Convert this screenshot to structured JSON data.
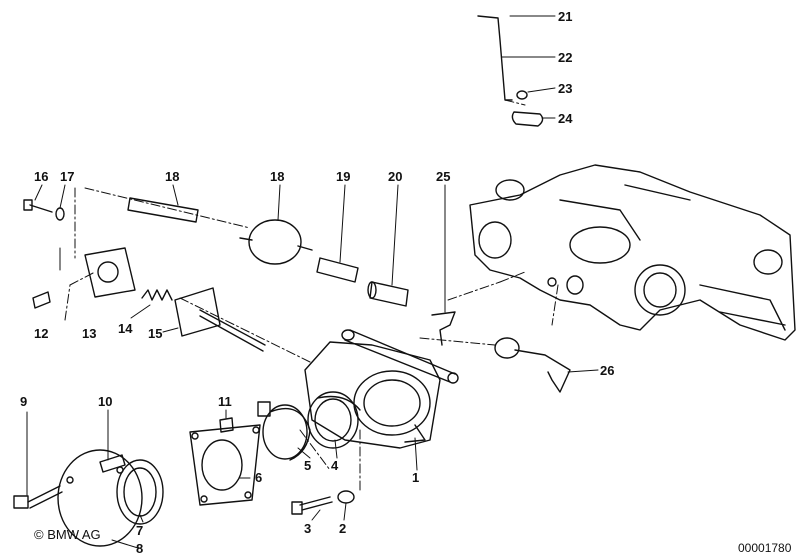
{
  "callouts": [
    {
      "id": "1",
      "label": "1"
    },
    {
      "id": "2",
      "label": "2"
    },
    {
      "id": "3",
      "label": "3"
    },
    {
      "id": "4",
      "label": "4"
    },
    {
      "id": "5",
      "label": "5"
    },
    {
      "id": "6",
      "label": "6"
    },
    {
      "id": "7",
      "label": "7"
    },
    {
      "id": "8",
      "label": "8"
    },
    {
      "id": "9",
      "label": "9"
    },
    {
      "id": "10",
      "label": "10"
    },
    {
      "id": "11",
      "label": "11"
    },
    {
      "id": "12",
      "label": "12"
    },
    {
      "id": "13",
      "label": "13"
    },
    {
      "id": "14",
      "label": "14"
    },
    {
      "id": "15",
      "label": "15"
    },
    {
      "id": "16",
      "label": "16"
    },
    {
      "id": "17",
      "label": "17"
    },
    {
      "id": "18a",
      "label": "18"
    },
    {
      "id": "18b",
      "label": "18"
    },
    {
      "id": "19",
      "label": "19"
    },
    {
      "id": "20",
      "label": "20"
    },
    {
      "id": "21",
      "label": "21"
    },
    {
      "id": "22",
      "label": "22"
    },
    {
      "id": "23",
      "label": "23"
    },
    {
      "id": "24",
      "label": "24"
    },
    {
      "id": "25",
      "label": "25"
    },
    {
      "id": "26",
      "label": "26"
    }
  ],
  "copyright": "© BMW AG",
  "document_id": "00001780"
}
